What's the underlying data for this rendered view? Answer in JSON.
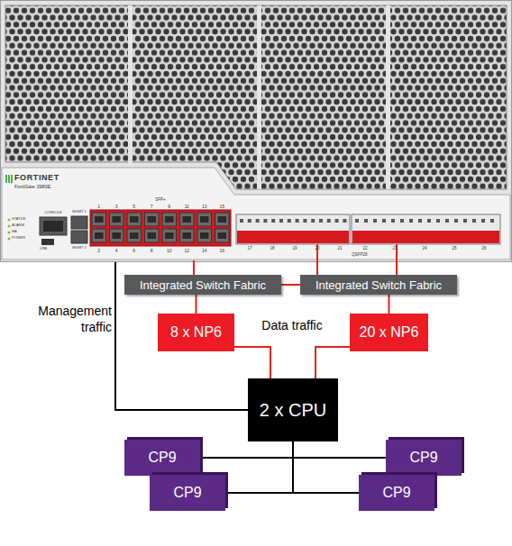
{
  "diagram": {
    "nodes": [
      {
        "text": [
          "Integrated Switch Fabric"
        ]
      },
      {
        "text": [
          "Integrated Switch Fabric"
        ]
      },
      {
        "text": [
          "8 x NP6"
        ]
      },
      {
        "text": [
          "20 x NP6"
        ]
      },
      {
        "text": [
          "2 x CPU"
        ]
      },
      {
        "text": [
          "CP9"
        ]
      },
      {
        "text": [
          "CP9"
        ]
      },
      {
        "text": [
          "CP9"
        ]
      },
      {
        "text": [
          "CP9"
        ]
      }
    ],
    "edges": [
      {
        "from": 0,
        "to": 1,
        "arrow": "none"
      },
      {
        "from": 0,
        "to": 2,
        "arrow": "none"
      },
      {
        "from": 1,
        "to": 3,
        "arrow": "none"
      },
      {
        "from": 2,
        "to": 4,
        "arrow": "none"
      },
      {
        "from": 3,
        "to": 4,
        "arrow": "none"
      },
      {
        "from": 4,
        "to": 5,
        "arrow": "none"
      },
      {
        "from": 4,
        "to": 6,
        "arrow": "none"
      },
      {
        "from": 4,
        "to": 7,
        "arrow": "none"
      },
      {
        "from": 4,
        "to": 8,
        "arrow": "none"
      }
    ],
    "labels": [
      "FORTINET",
      "FortiGate 3980E",
      "STATUS",
      "ALARM",
      "HA",
      "POWER",
      "CONSOLE",
      "USB",
      "MGMT 1",
      "MGMT 2",
      "SFP+",
      "1",
      "2",
      "3",
      "4",
      "5",
      "6",
      "7",
      "8",
      "9",
      "10",
      "11",
      "12",
      "13",
      "14",
      "15",
      "16",
      "17",
      "18",
      "19",
      "20",
      "21",
      "22",
      "23",
      "24",
      "25",
      "26",
      "QSFP28",
      "Management traffic",
      "Data traffic"
    ]
  }
}
